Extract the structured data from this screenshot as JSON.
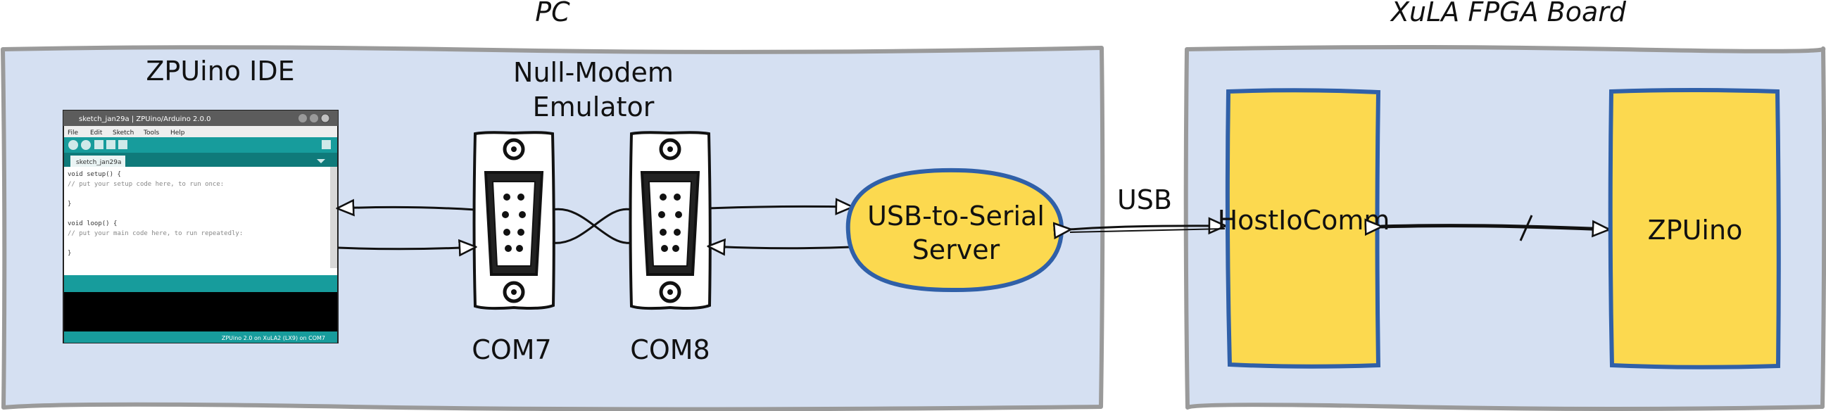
{
  "pc": {
    "title": "PC"
  },
  "board": {
    "title": "XuLA FPGA Board"
  },
  "ide": {
    "label": "ZPUino IDE",
    "window_title": "sketch_jan29a | ZPUino/Arduino 2.0.0",
    "menu": [
      "File",
      "Edit",
      "Sketch",
      "Tools",
      "Help"
    ],
    "tab": "sketch_jan29a",
    "code": [
      "void setup() {",
      "  // put your setup code here, to run once:",
      "",
      "}",
      "",
      "void loop() {",
      "  // put your main code here, to run repeatedly:",
      "",
      "}"
    ],
    "status": "ZPUino 2.0 on XuLA2 (LX9) on COM7"
  },
  "null_modem": {
    "label_line1": "Null-Modem",
    "label_line2": "Emulator"
  },
  "com7": {
    "label": "COM7"
  },
  "com8": {
    "label": "COM8"
  },
  "usb_server": {
    "line1": "USB-to-Serial",
    "line2": "Server"
  },
  "usb_link": {
    "label": "USB"
  },
  "hostiocomm": {
    "label": "HostIoComm"
  },
  "zpuino": {
    "label": "ZPUino"
  },
  "colors": {
    "region_fill": "#d5e0f2",
    "region_border": "#9a9a9a",
    "block_fill": "#fcd94f",
    "block_border": "#3060a8",
    "ide_teal": "#179c9c"
  }
}
